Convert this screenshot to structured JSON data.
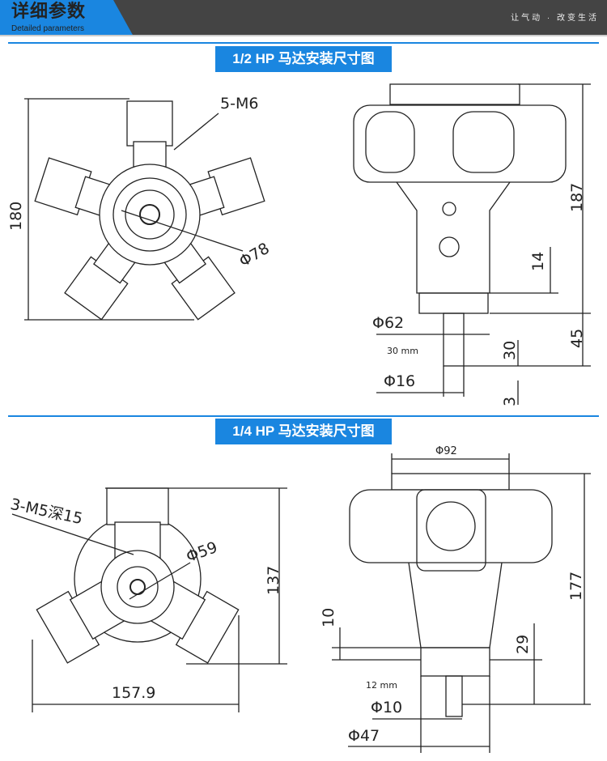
{
  "header": {
    "title": "详细参数",
    "subtitle": "Detailed parameters",
    "slogan": "让气动 · 改变生活"
  },
  "sections": [
    {
      "title": "1/2 HP 马达安装尺寸图",
      "labels": {
        "thread": "5-M6",
        "height": "180",
        "flange_dia": "Φ78",
        "total_height": "187",
        "d14": "14",
        "d45": "45",
        "body_dia": "Φ62",
        "shaft_len_mm": "30 mm",
        "d30": "30",
        "shaft_dia": "Φ16",
        "d3": "3"
      }
    },
    {
      "title": "1/4 HP 马达安装尺寸图",
      "labels": {
        "thread": "3-M5深15",
        "flange_dia": "Φ59",
        "height": "137",
        "width": "157.9",
        "top_dia": "Φ92",
        "total_height": "177",
        "d10": "10",
        "d29": "29",
        "shaft_len_mm": "12 mm",
        "shaft_dia": "Φ10",
        "body_dia": "Φ47"
      }
    }
  ]
}
